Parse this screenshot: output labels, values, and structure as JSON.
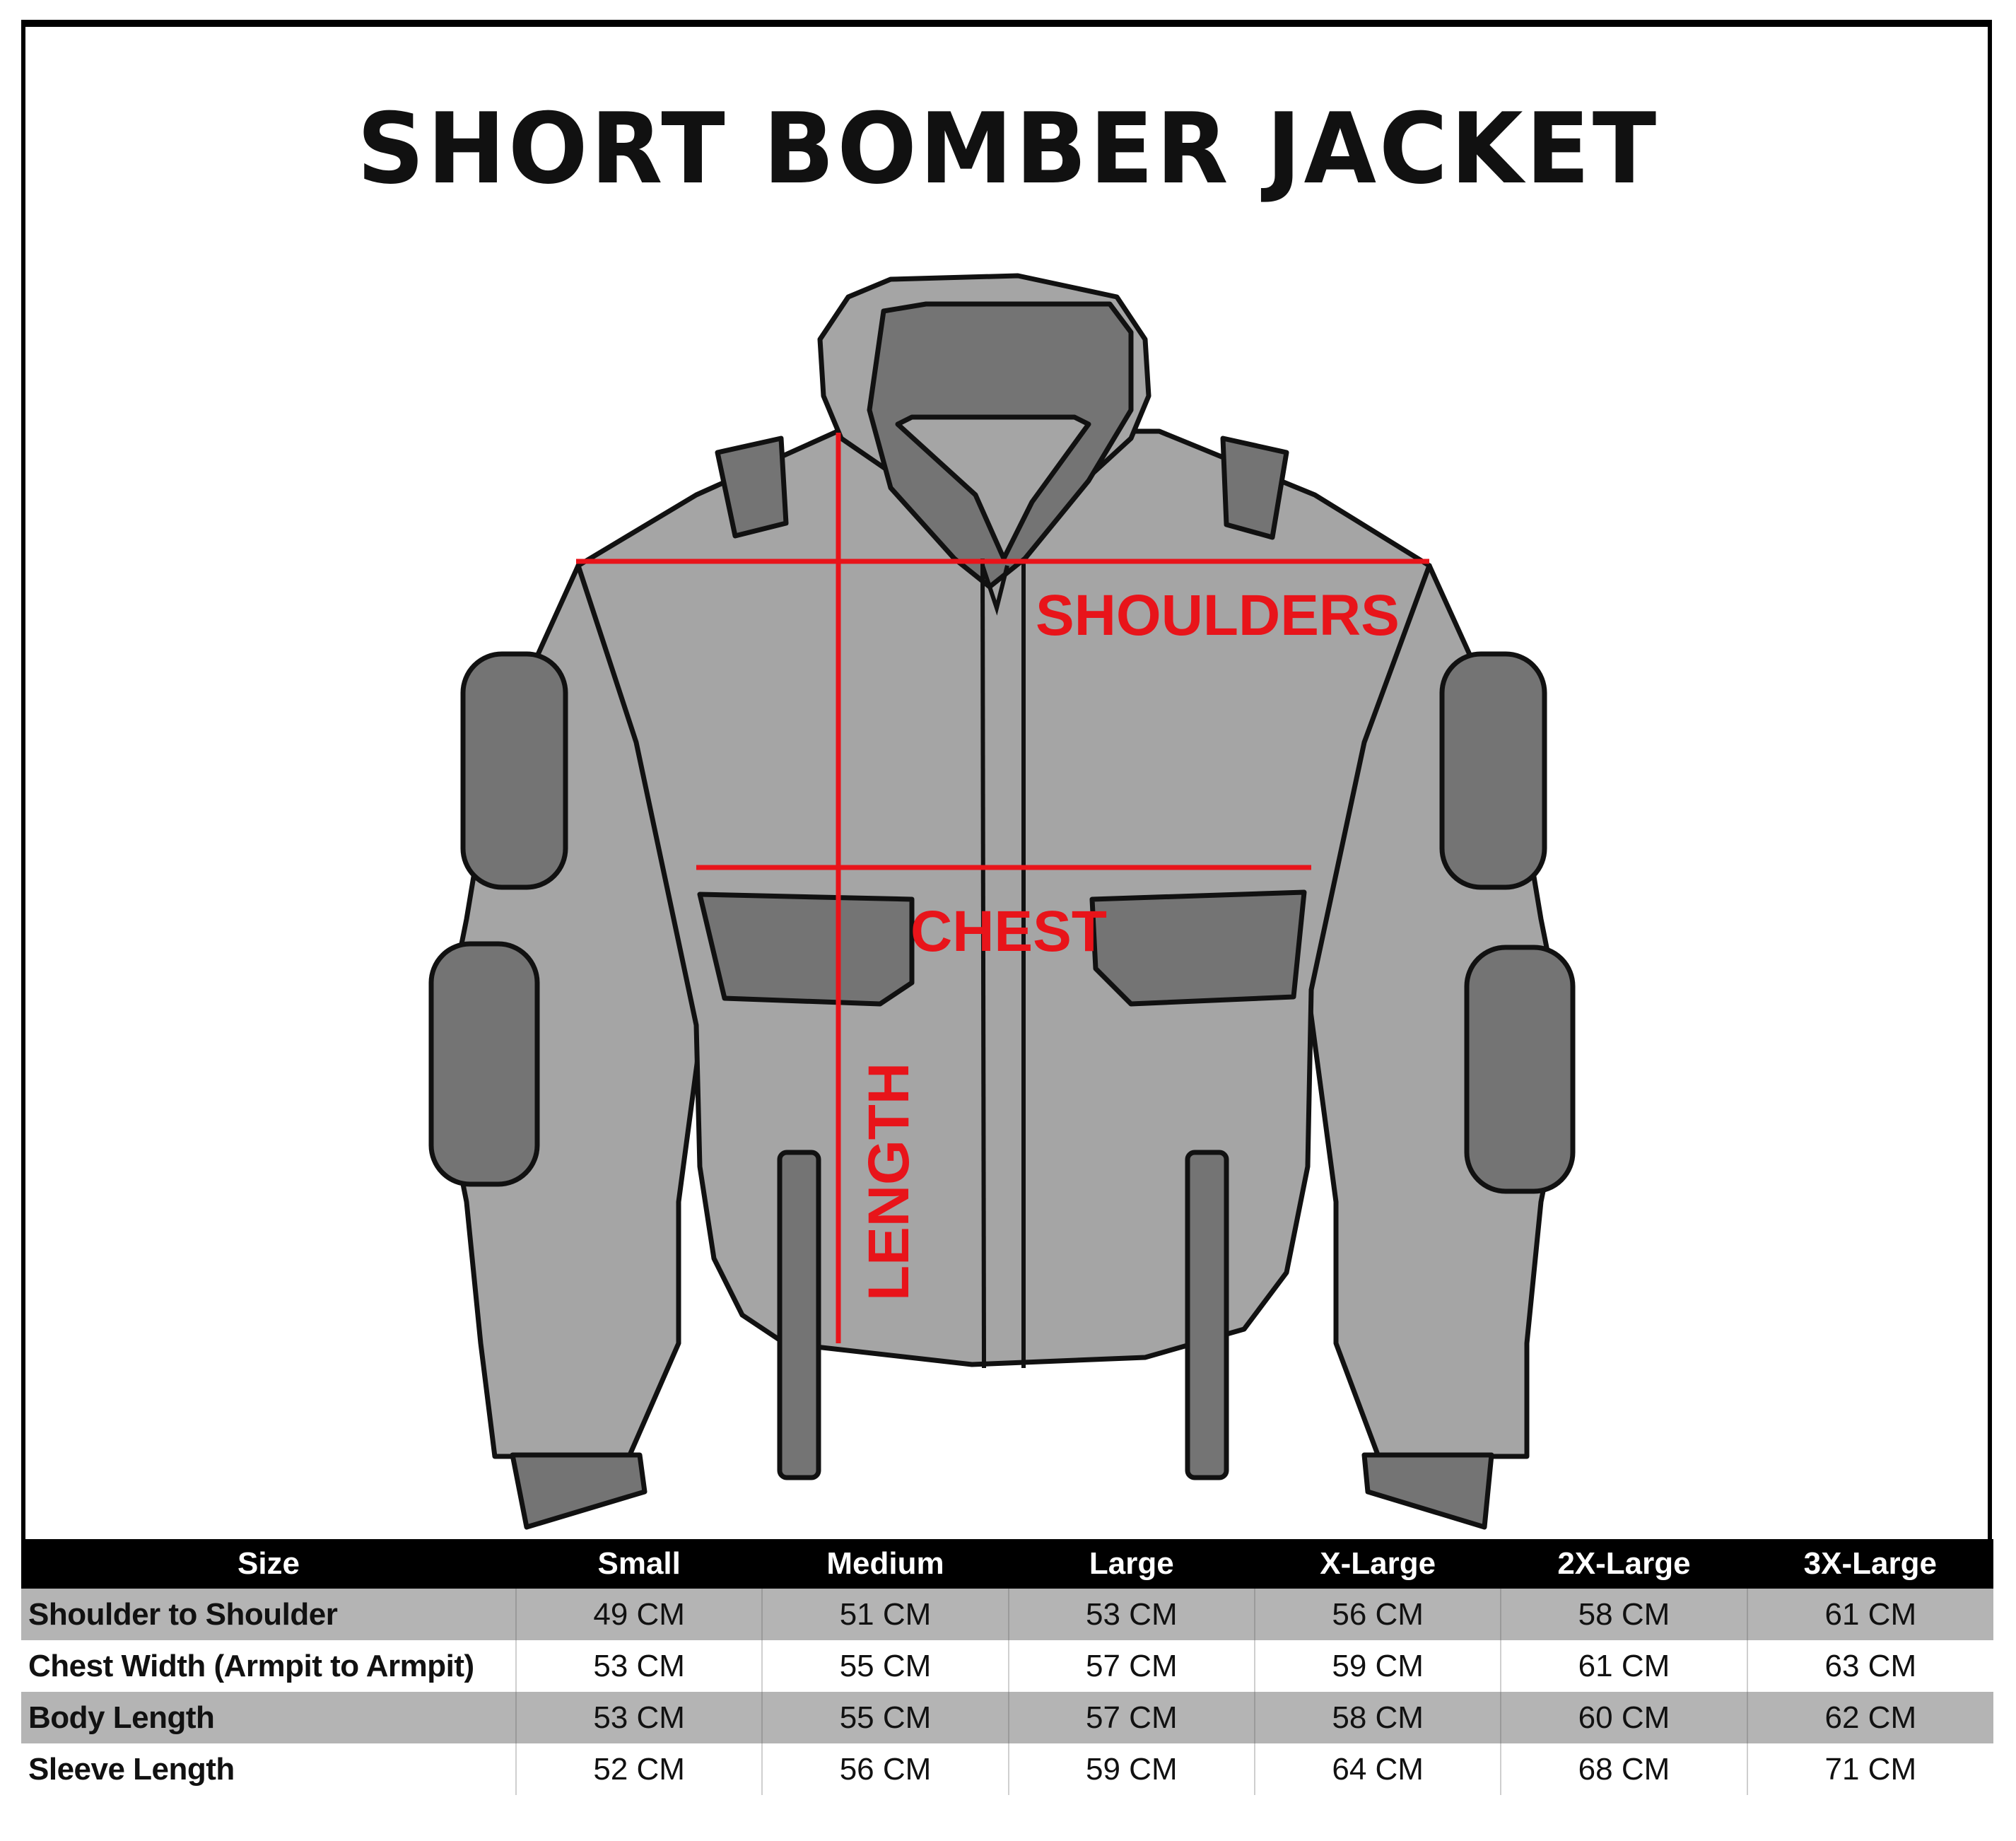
{
  "title": "SHORT BOMBER JACKET",
  "diagram": {
    "labels": {
      "shoulders": "SHOULDERS",
      "chest": "CHEST",
      "length": "LENGTH"
    },
    "colors": {
      "measure_line": "#e8141a",
      "jacket_body": "#a5a5a5",
      "jacket_dark": "#747474",
      "outline": "#111111"
    }
  },
  "table": {
    "headers": [
      "Size",
      "Small",
      "Medium",
      "Large",
      "X-Large",
      "2X-Large",
      "3X-Large"
    ],
    "rows": [
      {
        "label": "Shoulder to Shoulder",
        "values": [
          "49 CM",
          "51 CM",
          "53 CM",
          "56 CM",
          "58 CM",
          "61 CM"
        ]
      },
      {
        "label": "Chest Width (Armpit to Armpit)",
        "values": [
          "53 CM",
          "55 CM",
          "57 CM",
          "59 CM",
          "61 CM",
          "63 CM"
        ]
      },
      {
        "label": "Body Length",
        "values": [
          "53 CM",
          "55 CM",
          "57 CM",
          "58 CM",
          "60 CM",
          "62 CM"
        ]
      },
      {
        "label": "Sleeve Length",
        "values": [
          "52 CM",
          "56 CM",
          "59 CM",
          "64 CM",
          "68 CM",
          "71 CM"
        ]
      }
    ],
    "colors": {
      "header_bg": "#000000",
      "header_text": "#ffffff",
      "shade_row": "#b4b4b4",
      "plain_row": "#ffffff"
    }
  }
}
